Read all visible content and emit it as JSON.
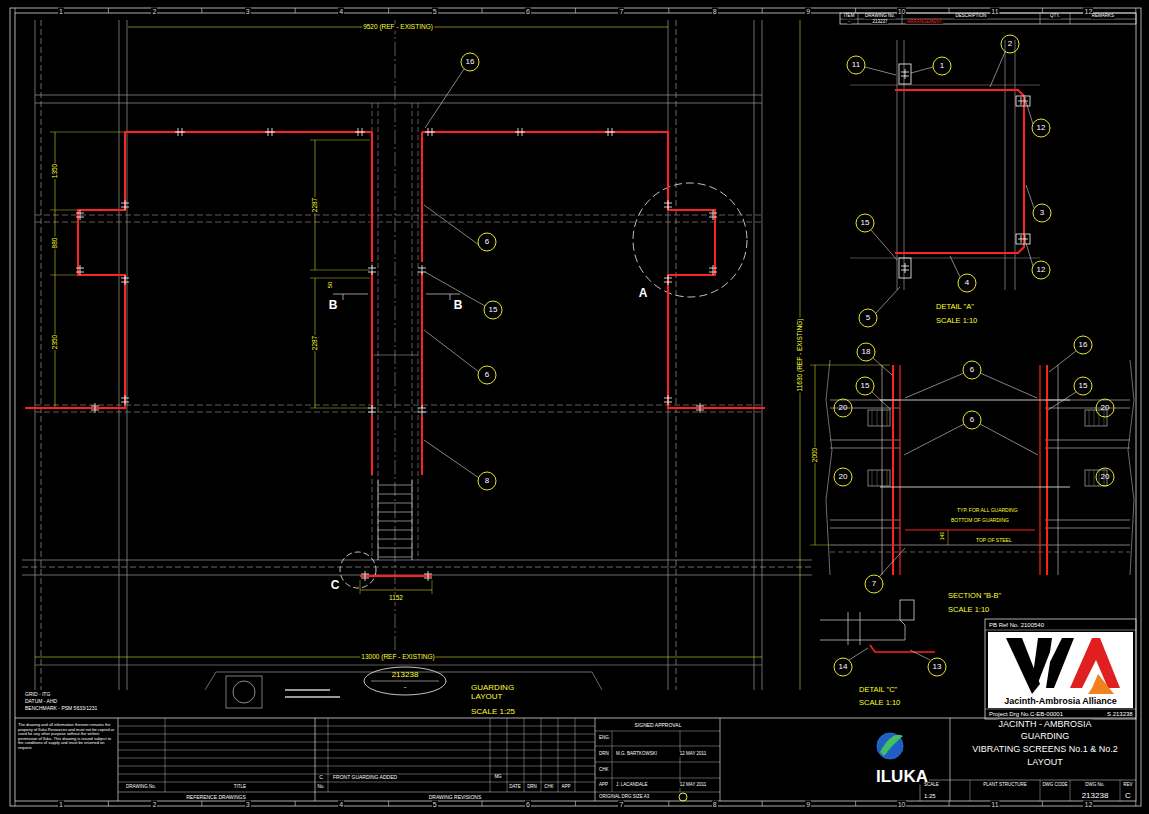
{
  "diagram": {
    "nodes": [
      {
        "text": [
          "213238",
          "-"
        ]
      },
      {
        "text": [
          "Jacinth-Ambrosia Alliance"
        ]
      }
    ],
    "labels": [
      "1",
      "2",
      "3",
      "4",
      "5",
      "6",
      "7",
      "8",
      "9",
      "10",
      "11",
      "12",
      "1",
      "2",
      "3",
      "4",
      "5",
      "6",
      "7",
      "8",
      "9",
      "10",
      "11",
      "12",
      "9520 (REF - EXISTING)",
      "13000 (REF - EXISTING)",
      "11630 (REF - EXISTING)",
      "1350",
      "880",
      "2350",
      "2287",
      "2287",
      "50",
      "B",
      "B",
      "A",
      "C",
      "1152",
      "16",
      "6",
      "15",
      "6",
      "8",
      "GRID - ITG",
      "DATUM - AHD",
      "BENCHMARK - PSM 5633/1231",
      "GUARDING LAYOUT",
      "SCALE 1:25",
      "11",
      "1",
      "2",
      "12",
      "3",
      "12",
      "15",
      "4",
      "5",
      "DETAIL \"A\"",
      "SCALE 1:10",
      "18",
      "16",
      "15",
      "15",
      "6",
      "6",
      "20",
      "20",
      "20",
      "20",
      "2000",
      "TYP. FOR ALL GUARDING",
      "BOTTOM OF GUARDING",
      "140",
      "TOP OF STEEL",
      "7",
      "SECTION \"B-B\"",
      "SCALE 1:10",
      "14",
      "13",
      "DETAIL \"C\"",
      "SCALE 1:10",
      "ITEM",
      "DRAWING No.",
      "DESCRIPTION",
      "QTY.",
      "REMARKS",
      "-",
      "213237",
      "ARRANGEMENT",
      "PB Ref No. 2100540",
      "Project Drg No.C-EB-00001",
      "S 213238",
      "The drawing and all information thereon remains the property of Iluka Resources and must not be copied or used for any other purpose without the written permission of Iluka. This drawing is issued subject to the conditions of supply and must be returned on request.",
      "DRAWING No.",
      "TITLE",
      "REFERENCE DRAWINGS",
      "C",
      "FRONT GUARDING ADDED",
      "MG",
      "No.",
      "DATE",
      "DRN",
      "CHK",
      "APP",
      "DRAWING REVISIONS",
      "SIGNED APPROVAL",
      "ENG.",
      "DRN",
      "M.G. BARTKOWSKI",
      "12 MAY 2011",
      "CHK",
      "APP",
      "J. LACANDALE",
      "12 MAY 2011",
      "ORIGINAL DRG SIZE A3",
      "ILUKA",
      "JACINTH - AMBROSIA",
      "GUARDING",
      "VIBRATING SCREENS No.1 & No.2",
      "LAYOUT",
      "SCALE",
      "1:25",
      "PLANT STRUCTURE",
      "DWG CODE",
      "DWG No.",
      "REV",
      "213238",
      "C"
    ]
  }
}
